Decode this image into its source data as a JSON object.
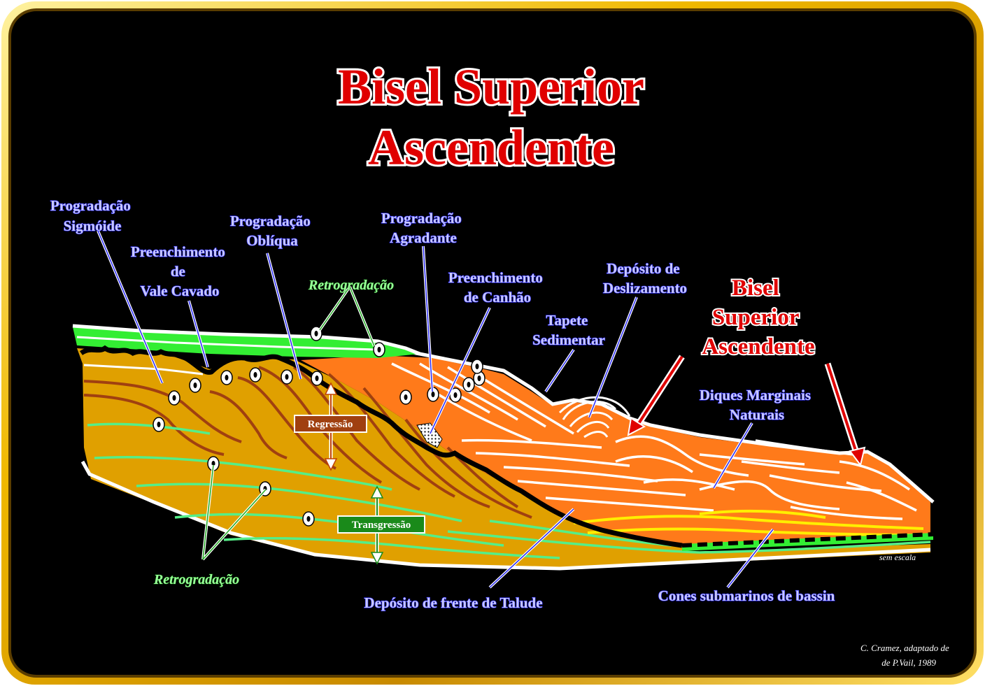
{
  "title": {
    "line1": "Bisel Superior",
    "line2": "Ascendente"
  },
  "labels": {
    "prog_sigmoide": [
      "Progradação",
      "Sigmóide"
    ],
    "preench_vale": [
      "Preenchimento",
      "de",
      "Vale Cavado"
    ],
    "prog_obliqua": [
      "Progradação",
      "Oblíqua"
    ],
    "retrogradacao_top": "Retrogradação",
    "prog_agradante": [
      "Progradação",
      "Agradante"
    ],
    "preench_canhao": [
      "Preenchimento",
      "de Canhão"
    ],
    "tapete": [
      "Tapete",
      "Sedimentar"
    ],
    "deposito_desliz": [
      "Depósito de",
      "Deslizamento"
    ],
    "bisel_side": [
      "Bisel",
      "Superior",
      "Ascendente"
    ],
    "diques": [
      "Diques Marginais",
      "Naturais"
    ],
    "regressao": "Regressão",
    "transgressao": "Transgressão",
    "retrogradacao_bottom": "Retrogradação",
    "deposito_frente": "Depósito de frente de Talude",
    "cones": "Cones submarinos de bassin",
    "sem_escala": "sem escala",
    "credit": [
      "C. Cramez, adaptado de",
      "de P.Vail, 1989"
    ]
  },
  "colors": {
    "background": "#000000",
    "frame_gold": "#f0c000",
    "shelf_fill": "#e0a000",
    "slope_fill": "#ff7a1a",
    "green_layer": "#33ee33",
    "brown_line": "#a04010",
    "green_line": "#55ee88",
    "label_blue": "#c8c8ff",
    "title_red": "#e00000",
    "yellow_line": "#ffee00"
  }
}
